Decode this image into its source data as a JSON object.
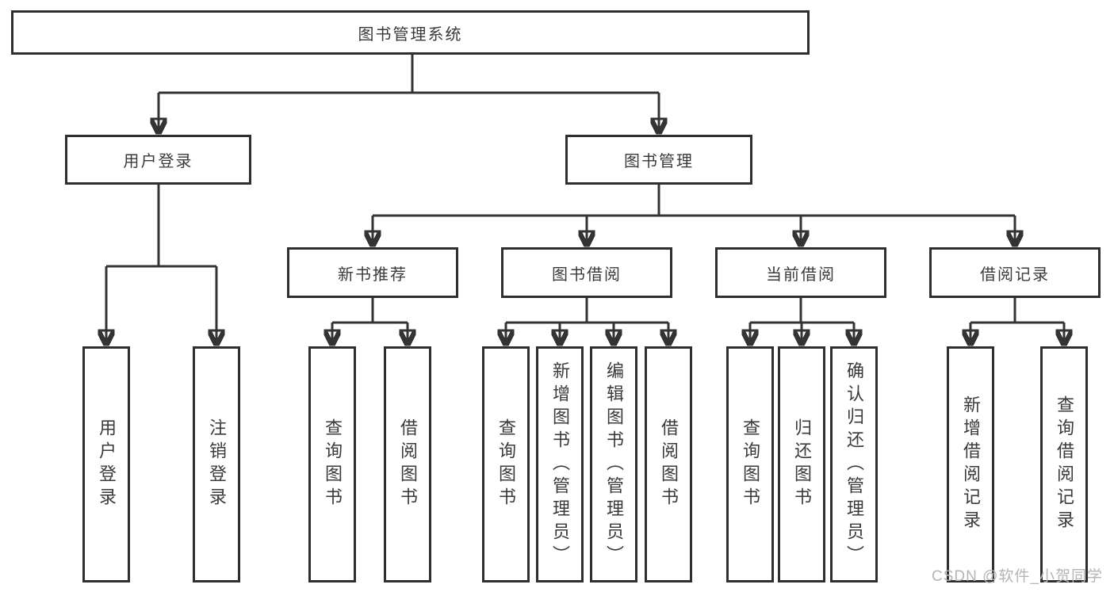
{
  "colors": {
    "line": "#333333",
    "text": "#3a3a3a",
    "border": "#2f2f2f",
    "wm": "#b5b5b5",
    "bg": "#ffffff"
  },
  "tree": {
    "root": "图书管理系统",
    "level2": [
      {
        "label": "用户登录",
        "leaves": [
          "用户登录",
          "注销登录"
        ]
      },
      {
        "label": "图书管理",
        "sections": [
          {
            "label": "新书推荐",
            "leaves": [
              "查询图书",
              "借阅图书"
            ]
          },
          {
            "label": "图书借阅",
            "leaves": [
              "查询图书",
              "新增图书（管理员）",
              "编辑图书（管理员）",
              "借阅图书"
            ]
          },
          {
            "label": "当前借阅",
            "leaves": [
              "查询图书",
              "归还图书",
              "确认归还（管理员）"
            ]
          },
          {
            "label": "借阅记录",
            "leaves": [
              "新增借阅记录",
              "查询借阅记录"
            ]
          }
        ]
      }
    ]
  },
  "watermark": "CSDN @软件_小贺同学"
}
